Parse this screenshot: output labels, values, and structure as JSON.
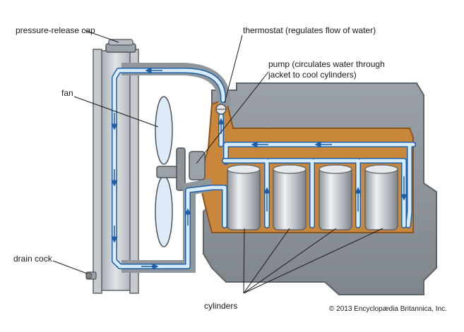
{
  "labels": {
    "pressure_cap": "pressure-release cap",
    "thermostat": "thermostat (regulates flow of water)",
    "pump_line1": "pump (circulates water through",
    "pump_line2": "jacket to cool cylinders)",
    "fan": "fan",
    "drain_cock": "drain cock",
    "cylinders": "cylinders"
  },
  "credit": "© 2013 Encyclopædia Britannica, Inc.",
  "colors": {
    "engine_block": "#8f969c",
    "water_jacket": "#c8873a",
    "coolant": "#d8ecfb",
    "coolant_outline": "#1f5fa8",
    "cylinder": "#c9cdd1",
    "radiator": "#b9bfc4",
    "fan_blade": "#dcebf7"
  }
}
